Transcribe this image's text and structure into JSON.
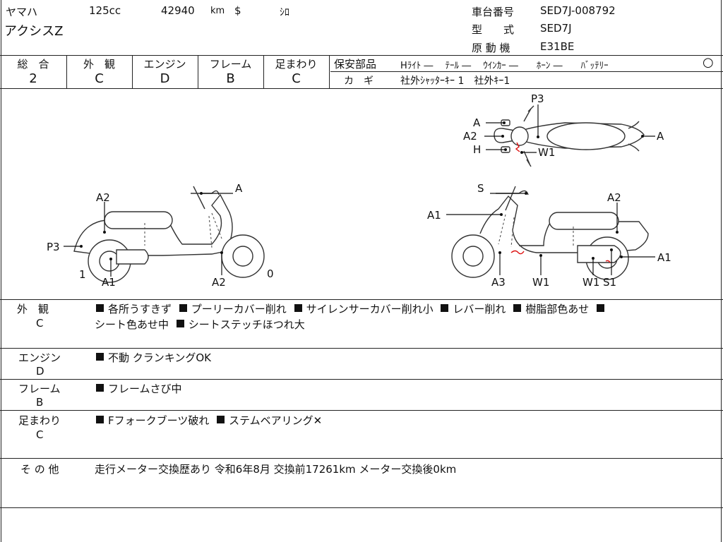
{
  "header": {
    "maker": "ヤマハ",
    "displacement": "125cc",
    "mileage": "42940",
    "mileage_unit": "km",
    "price_mark": "$",
    "color": "ｼﾛ",
    "model_name": "アクシスZ",
    "frame_number_label": "車台番号",
    "frame_number": "SED7J-008792",
    "model_code_label": "型　　式",
    "model_code": "SED7J",
    "engine_label": "原 動 機",
    "engine_code": "E31BE"
  },
  "grades": {
    "overall_label": "総　合",
    "overall": "2",
    "exterior_label": "外　観",
    "exterior": "C",
    "engine_label": "エンジン",
    "engine": "D",
    "frame_label": "フレーム",
    "frame": "B",
    "suspension_label": "足まわり",
    "suspension": "C"
  },
  "safety": {
    "label": "保安部品",
    "items_text": "Hﾗｲﾄ ―　 ﾃｰﾙ ―　 ｳｲﾝｶｰ ―　　ﾎｰﾝ ―　　ﾊﾞｯﾃﾘｰ",
    "battery_mark": "○",
    "key_label": "カ　ギ",
    "key_text": "社外ｼｬｯﾀｰｷｰ 1　社外ｷｰ1"
  },
  "diagram_labels": {
    "top_p3": "P3",
    "top_a1": "A",
    "top_a2": "A2",
    "top_h": "H",
    "top_w1": "W1",
    "top_a_rear": "A",
    "left_a2": "A2",
    "left_a": "A",
    "left_p3": "P3",
    "left_a1": "A1",
    "left_a2b": "A2",
    "left_1": "1",
    "left_0": "0",
    "right_s": "S",
    "right_a2": "A2",
    "right_a1": "A1",
    "right_a1b": "A1",
    "right_a3": "A3",
    "right_w1": "W1",
    "right_w1b": "W1",
    "right_s1": "S1"
  },
  "notes": {
    "exterior_label": "外　観",
    "exterior_grade": "C",
    "exterior_text_line1": "各所うすきず",
    "exterior_items": [
      "各所うすきず",
      "プーリーカバー削れ",
      "サイレンサーカバー削れ小",
      "レバー削れ",
      "樹脂部色あせ"
    ],
    "exterior_line2_items": [
      "シート色あせ中",
      "シートステッチほつれ大"
    ],
    "engine_label": "エンジン",
    "engine_grade": "D",
    "engine_items": [
      "不動 クランキングOK"
    ],
    "frame_label": "フレーム",
    "frame_grade": "B",
    "frame_items": [
      "フレームさび中"
    ],
    "suspension_label": "足まわり",
    "suspension_grade": "C",
    "suspension_items": [
      "Fフォークブーツ破れ",
      "ステムベアリング✕"
    ],
    "other_label": "そ の 他",
    "other_text": "走行メーター交換歴あり 令和6年8月 交換前17261km メーター交換後0km"
  }
}
